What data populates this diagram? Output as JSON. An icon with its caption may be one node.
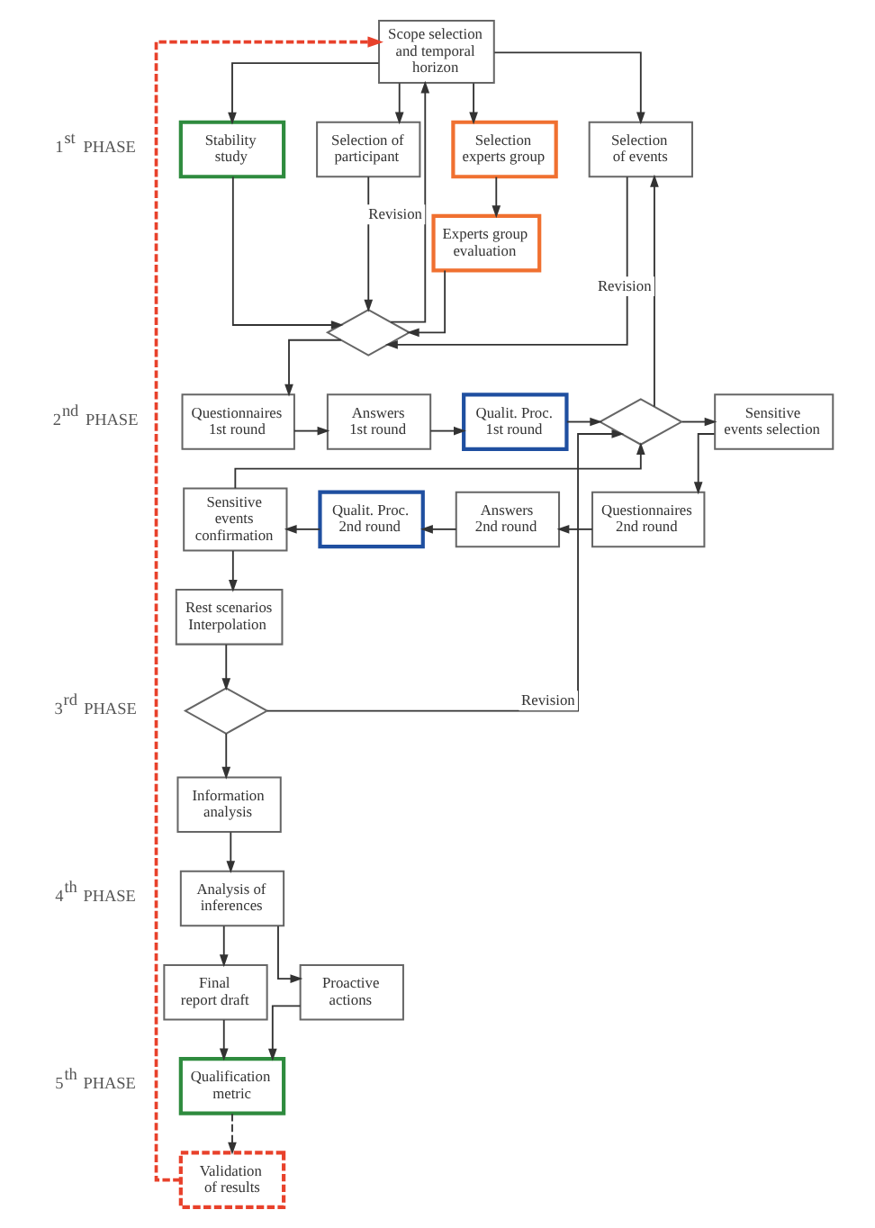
{
  "diagram": {
    "nodes": [
      {
        "text": [
          "Scope selection and temporal horizon"
        ]
      },
      {
        "text": [
          "Stability study"
        ]
      },
      {
        "text": [
          "Selection of participant"
        ]
      },
      {
        "text": [
          "Selection experts group"
        ]
      },
      {
        "text": [
          "Selection of events"
        ]
      },
      {
        "text": [
          "Experts group evaluation"
        ]
      },
      {
        "text": [],
        "shape": "diamond"
      },
      {
        "text": [
          "Questionnaires 1st round"
        ]
      },
      {
        "text": [
          "Answers 1st round"
        ]
      },
      {
        "text": [
          "Qualit. Proc. 1st round"
        ]
      },
      {
        "text": [],
        "shape": "diamond"
      },
      {
        "text": [
          "Sensitive events selection"
        ]
      },
      {
        "text": [
          "Sensitive events confirmation"
        ]
      },
      {
        "text": [
          "Qualit. Proc. 2nd round"
        ]
      },
      {
        "text": [
          "Answers 2nd round"
        ]
      },
      {
        "text": [
          "Questionnaires 2nd round"
        ]
      },
      {
        "text": [
          "Rest scenarios Interpolation"
        ]
      },
      {
        "text": [],
        "shape": "diamond"
      },
      {
        "text": [
          "Information analysis"
        ]
      },
      {
        "text": [
          "Analysis of inferences"
        ]
      },
      {
        "text": [
          "Final report draft"
        ]
      },
      {
        "text": [
          "Proactive actions"
        ]
      },
      {
        "text": [
          "Qualification metric"
        ]
      },
      {
        "text": [
          "Validation of results"
        ]
      }
    ],
    "edges": [
      {
        "from": 0,
        "to": 1,
        "arrow": "to"
      },
      {
        "from": 0,
        "to": 2,
        "arrow": "to"
      },
      {
        "from": 0,
        "to": 3,
        "arrow": "to"
      },
      {
        "from": 0,
        "to": 4,
        "arrow": "to"
      },
      {
        "from": 3,
        "to": 5,
        "arrow": "to"
      },
      {
        "from": 1,
        "to": 6,
        "arrow": "to"
      },
      {
        "from": 2,
        "to": 6,
        "arrow": "to"
      },
      {
        "from": 5,
        "to": 6,
        "arrow": "to"
      },
      {
        "from": 4,
        "to": 6,
        "arrow": "to"
      },
      {
        "from": 6,
        "to": 0,
        "arrow": "to",
        "label": "Revision"
      },
      {
        "from": 6,
        "to": 7,
        "arrow": "to"
      },
      {
        "from": 7,
        "to": 8,
        "arrow": "to"
      },
      {
        "from": 8,
        "to": 9,
        "arrow": "to"
      },
      {
        "from": 9,
        "to": 10,
        "arrow": "to"
      },
      {
        "from": 10,
        "to": 11,
        "arrow": "to"
      },
      {
        "from": 10,
        "to": 4,
        "arrow": "to",
        "label": "Revision"
      },
      {
        "from": 11,
        "to": 15,
        "arrow": "to"
      },
      {
        "from": 15,
        "to": 14,
        "arrow": "to"
      },
      {
        "from": 14,
        "to": 13,
        "arrow": "to"
      },
      {
        "from": 13,
        "to": 12,
        "arrow": "to"
      },
      {
        "from": 12,
        "to": 10,
        "arrow": "to"
      },
      {
        "from": 12,
        "to": 16,
        "arrow": "to"
      },
      {
        "from": 16,
        "to": 17,
        "arrow": "to"
      },
      {
        "from": 17,
        "to": 10,
        "arrow": "to",
        "label": "Revision"
      },
      {
        "from": 17,
        "to": 18,
        "arrow": "to"
      },
      {
        "from": 18,
        "to": 19,
        "arrow": "to"
      },
      {
        "from": 19,
        "to": 20,
        "arrow": "to"
      },
      {
        "from": 19,
        "to": 21,
        "arrow": "to"
      },
      {
        "from": 20,
        "to": 22,
        "arrow": "to"
      },
      {
        "from": 21,
        "to": 22,
        "arrow": "to"
      },
      {
        "from": 22,
        "to": 23,
        "arrow": "to",
        "style": "dashed"
      },
      {
        "from": 23,
        "to": 0,
        "arrow": "to",
        "style": "dashed",
        "color": "#e8412b"
      }
    ],
    "labels": [
      "1$^{st}$ PHASE",
      "2$^{nd}$ PHASE",
      "3$^{rd}$ PHASE",
      "4$^{th}$ PHASE",
      "5$^{th}$ PHASE"
    ]
  }
}
